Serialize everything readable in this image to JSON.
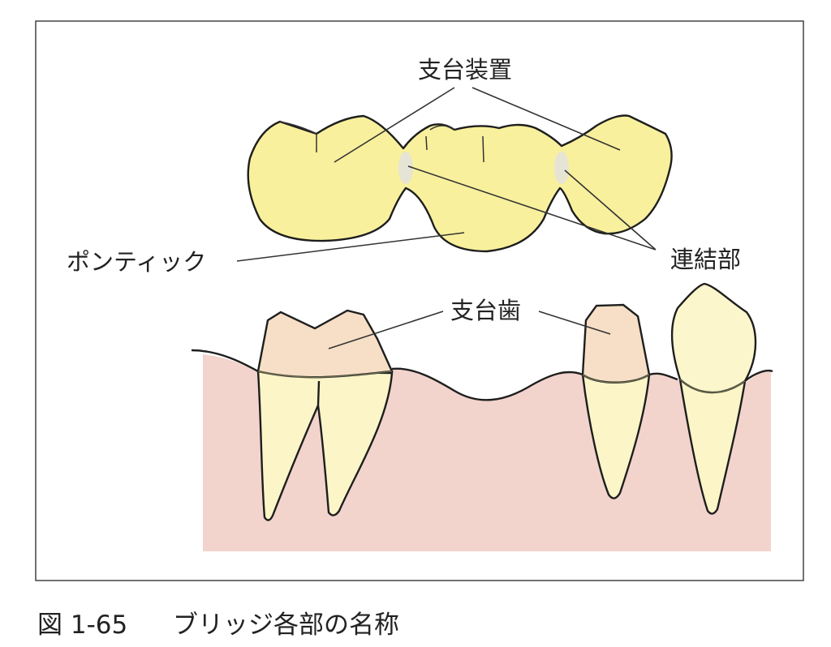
{
  "labels": {
    "retainer": "支台装置",
    "pontic": "ポンティック",
    "connector": "連結部",
    "abutment_tooth": "支台歯"
  },
  "caption": {
    "number": "図 1-65",
    "title": "ブリッジ各部の名称"
  },
  "colors": {
    "bridge": "#f8f09c",
    "abutment_crown": "#f6dfc6",
    "root": "#fbf5c8",
    "gum": "#f2d4cd",
    "connector": "#e6e4d4"
  }
}
